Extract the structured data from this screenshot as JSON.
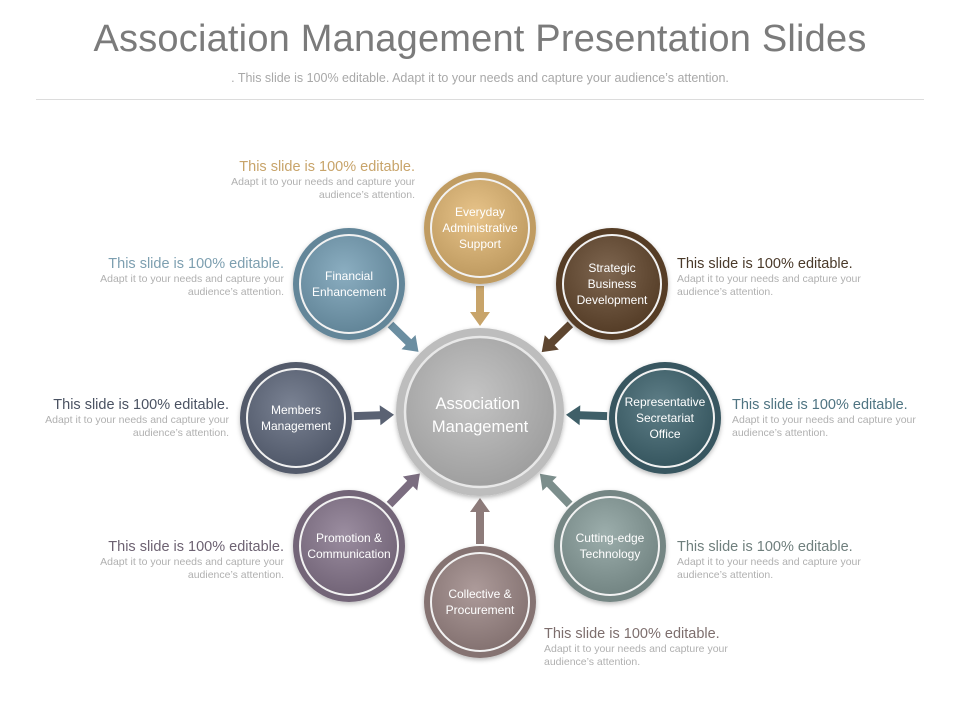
{
  "header": {
    "title": "Association Management Presentation Slides",
    "subtitle": ". This slide is 100% editable. Adapt it to your needs and capture your audience’s attention."
  },
  "center": {
    "lines": [
      "Association",
      "Management"
    ]
  },
  "nodes": [
    {
      "id": "everyday",
      "lines": [
        "Everyday",
        "Administrative",
        "Support"
      ],
      "color": "#c8a46a"
    },
    {
      "id": "strategic",
      "lines": [
        "Strategic",
        "Business",
        "Development"
      ],
      "color": "#5e4630"
    },
    {
      "id": "representative",
      "lines": [
        "Representative",
        "Secretariat",
        "Office"
      ],
      "color": "#3f5f68"
    },
    {
      "id": "cutting",
      "lines": [
        "Cutting-edge",
        "Technology"
      ],
      "color": "#7c8e8c"
    },
    {
      "id": "collective",
      "lines": [
        "Collective &",
        "Procurement"
      ],
      "color": "#8d7b7a"
    },
    {
      "id": "promotion",
      "lines": [
        "Promotion &",
        "Communication"
      ],
      "color": "#7b6d80"
    },
    {
      "id": "members",
      "lines": [
        "Members",
        "Management"
      ],
      "color": "#5a6273"
    },
    {
      "id": "financial",
      "lines": [
        "Financial",
        "Enhancement"
      ],
      "color": "#6b8ea1"
    }
  ],
  "callouts": [
    {
      "id": "everyday",
      "head": "This slide is 100% editable.",
      "body": "Adapt it to your needs and capture your audience’s attention.",
      "color": "#c8a46a"
    },
    {
      "id": "strategic",
      "head": "This slide is 100% editable.",
      "body": "Adapt it to your needs and capture your audience’s attention.",
      "color": "#4a3a2a"
    },
    {
      "id": "representative",
      "head": "This slide is 100% editable.",
      "body": "Adapt it to your needs and capture your audience’s attention.",
      "color": "#4f7482"
    },
    {
      "id": "cutting",
      "head": "This slide is 100% editable.",
      "body": "Adapt it to your needs and capture your audience’s attention.",
      "color": "#6f7f7d"
    },
    {
      "id": "collective",
      "head": "This slide is 100% editable.",
      "body": "Adapt it to your needs and capture your audience’s attention.",
      "color": "#7d6e6d"
    },
    {
      "id": "promotion",
      "head": "This slide is 100% editable.",
      "body": "Adapt it to your needs and capture your audience’s attention.",
      "color": "#6d6272"
    },
    {
      "id": "members",
      "head": "This slide is 100% editable.",
      "body": "Adapt it to your needs and capture your audience’s attention.",
      "color": "#4a5262"
    },
    {
      "id": "financial",
      "head": "This slide is 100% editable.",
      "body": "Adapt it to your needs and capture your audience’s attention.",
      "color": "#7d9fb0"
    }
  ]
}
